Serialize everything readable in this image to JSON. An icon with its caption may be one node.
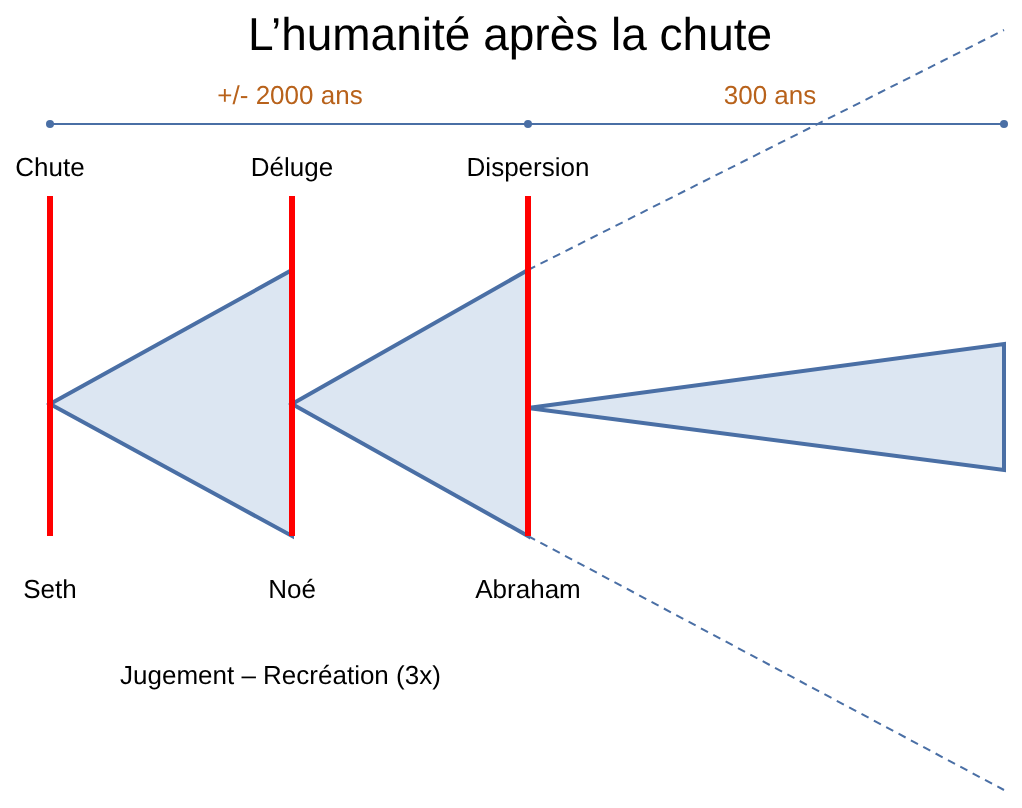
{
  "diagram": {
    "title": "L’humanité après la chute",
    "nodes": [
      {
        "text": [],
        "shape": "triangle"
      },
      {
        "text": [],
        "shape": "triangle"
      },
      {
        "text": [],
        "shape": "triangle"
      }
    ],
    "labels": [
      "+/- 2000 ans",
      "300 ans",
      "Chute",
      "Déluge",
      "Dispersion",
      "Seth",
      "Noé",
      "Abraham",
      "Jugement – Recréation (3x)"
    ]
  }
}
